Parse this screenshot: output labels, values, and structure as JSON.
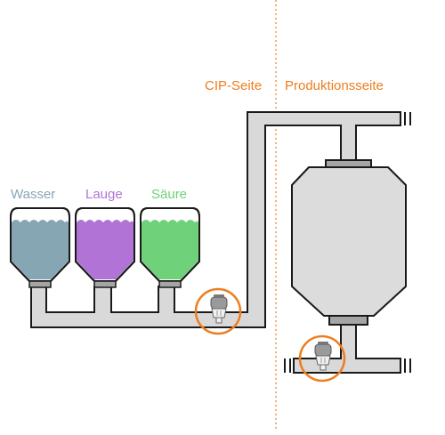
{
  "labels": {
    "wasser": "Wasser",
    "lauge": "Lauge",
    "saeure": "Säure",
    "cip_side": "CIP-Seite",
    "production_side": "Produktionsseite"
  },
  "colors": {
    "wasser": "#86a6b3",
    "lauge": "#b173d6",
    "saeure": "#6fd17a",
    "accent": "#ee7d1f",
    "pipe_fill": "#d9d9d9",
    "outline": "#1a1a1a",
    "tank_body": "#dcdcdc",
    "fitting": "#9a9a9a"
  },
  "icons": {
    "sensor": "valve-sensor-icon"
  }
}
